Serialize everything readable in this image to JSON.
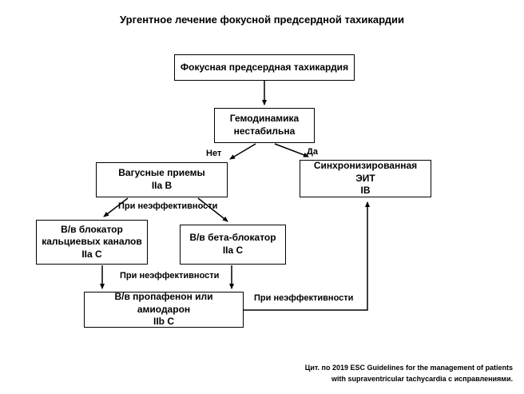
{
  "title": "Ургентное лечение фокусной предсердной тахикардии",
  "boxes": {
    "focal_at": {
      "text": "Фокусная предсердная тахикардия"
    },
    "hemodynamics": {
      "text": "Гемодинамика нестабильна"
    },
    "vagal": {
      "text": "Вагусные приемы",
      "class_label": "IIa B"
    },
    "eit": {
      "text": "Синхронизированная ЭИТ",
      "class_label": "IB"
    },
    "ccb": {
      "text": "В/в блокатор кальциевых каналов",
      "class_label": "IIa C"
    },
    "bb": {
      "text": "В/в бета-блокатор",
      "class_label": "IIa C"
    },
    "propafenone": {
      "text": "В/в пропафенон или амиодарон",
      "class_label": "IIb C"
    }
  },
  "edge_labels": {
    "no": "Нет",
    "yes": "Да",
    "ineffective_1": "При неэффективности",
    "ineffective_2": "При неэффективности",
    "ineffective_3": "При неэффективности"
  },
  "citation": {
    "line1": "Цит. по 2019 ESC Guidelines for the management of patients",
    "line2": "with supraventricular tachycardia с исправлениями."
  }
}
